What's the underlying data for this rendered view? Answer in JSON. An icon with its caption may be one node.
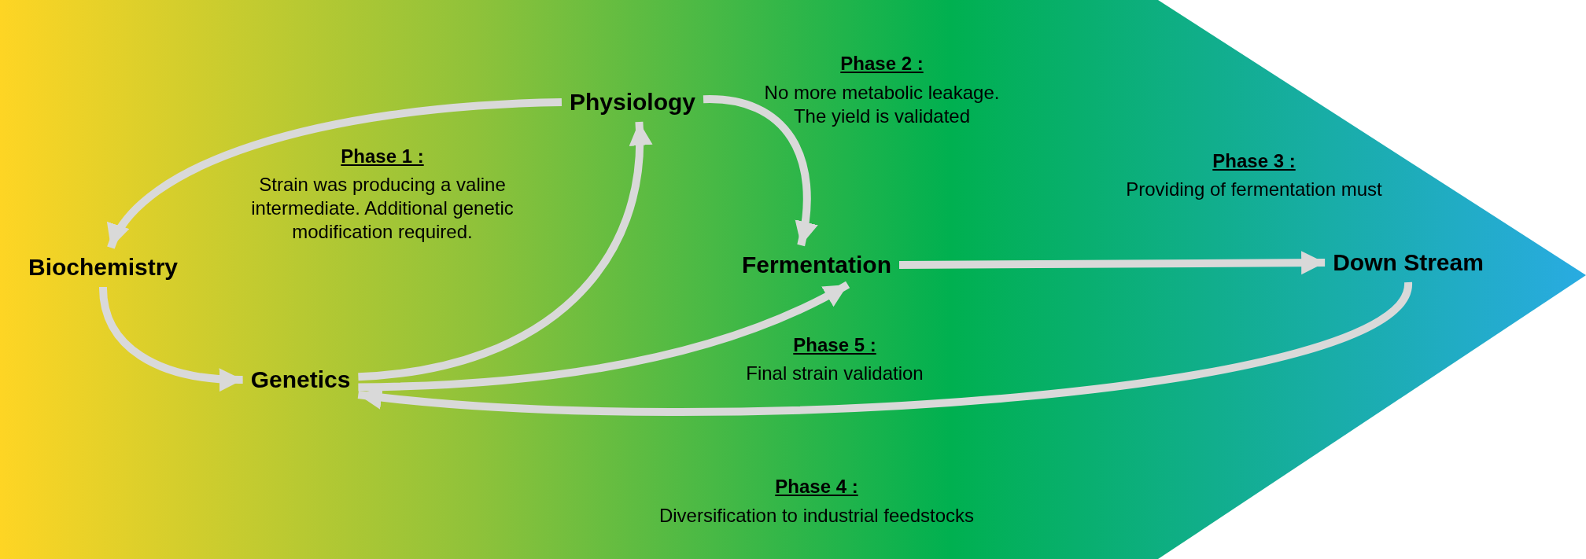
{
  "diagram": {
    "nodes": [
      {
        "text": [
          "Physiology"
        ]
      },
      {
        "text": [
          "Biochemistry"
        ]
      },
      {
        "text": [
          "Fermentation"
        ]
      },
      {
        "text": [
          "Down Stream"
        ]
      },
      {
        "text": [
          "Genetics"
        ]
      }
    ],
    "edges": [
      {
        "from": 0,
        "to": 1,
        "arrow": "to"
      },
      {
        "from": 1,
        "to": 4,
        "arrow": "to"
      },
      {
        "from": 4,
        "to": 0,
        "arrow": "to"
      },
      {
        "from": 0,
        "to": 2,
        "arrow": "to"
      },
      {
        "from": 4,
        "to": 2,
        "arrow": "to"
      },
      {
        "from": 2,
        "to": 3,
        "arrow": "to"
      },
      {
        "from": 3,
        "to": 4,
        "arrow": "to"
      }
    ],
    "labels": [
      "Phase 1 :",
      "Strain was producing a valine intermediate. Additional genetic modification required.",
      "Phase 2 :",
      "No more metabolic leakage. The yield is validated",
      "Phase 3 :",
      "Providing of fermentation must",
      "Phase 5 :",
      "Final strain validation",
      "Phase 4 :",
      "Diversification to industrial feedstocks"
    ]
  }
}
